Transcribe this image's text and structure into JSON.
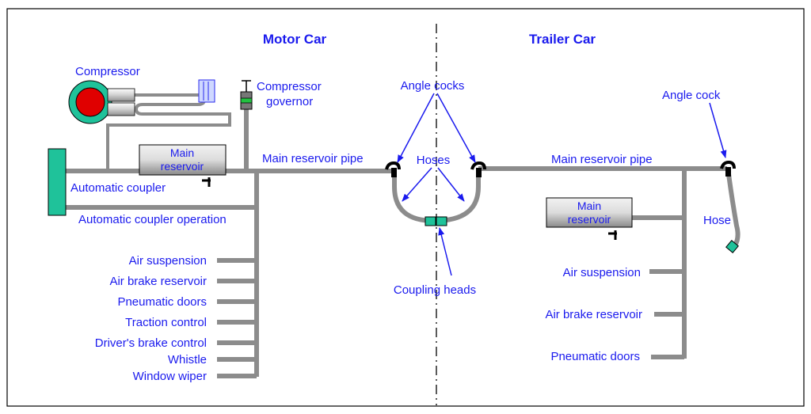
{
  "titles": {
    "motor": "Motor Car",
    "trailer": "Trailer Car"
  },
  "labels": {
    "compressor": "Compressor",
    "governor_1": "Compressor",
    "governor_2": "governor",
    "main_res_1": "Main",
    "main_res_2": "reservoir",
    "auto_coupler": "Automatic coupler",
    "auto_coupler_op": "Automatic coupler operation",
    "main_res_pipe_left": "Main reservoir pipe",
    "main_res_pipe_right": "Main reservoir pipe",
    "angle_cocks": "Angle cocks",
    "hoses": "Hoses",
    "coupling_heads": "Coupling heads",
    "angle_cock": "Angle cock",
    "hose": "Hose",
    "trailer_res_1": "Main",
    "trailer_res_2": "reservoir"
  },
  "motor_consumers": [
    "Air suspension",
    "Air brake reservoir",
    "Pneumatic doors",
    "Traction control",
    "Driver's brake control",
    "Whistle",
    "Window wiper"
  ],
  "trailer_consumers": [
    "Air suspension",
    "Air brake reservoir",
    "Pneumatic doors"
  ],
  "colors": {
    "text": "#1a1aee",
    "pipe": "#8c8c8c",
    "teal": "#1fc29a",
    "compressor_core": "#e00000"
  }
}
